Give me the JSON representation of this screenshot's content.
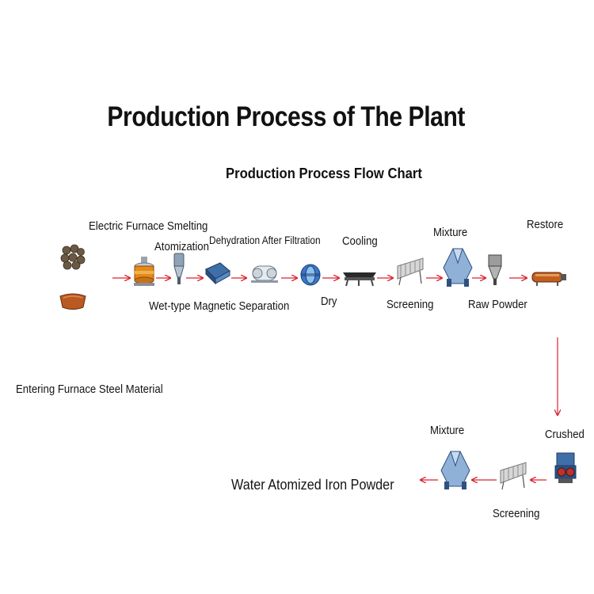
{
  "title": "Production Process of The Plant",
  "subtitle": "Production Process Flow Chart",
  "labels": {
    "electric_furnace": "Electric Furnace Smelting",
    "atomization": "Atomization",
    "dehydration": "Dehydration After Filtration",
    "cooling": "Cooling",
    "mixture_top": "Mixture",
    "restore": "Restore",
    "wet_magnetic": "Wet-type Magnetic Separation",
    "dry": "Dry",
    "screening_top": "Screening",
    "raw_powder": "Raw Powder",
    "entering_furnace": "Entering Furnace Steel Material",
    "mixture_bottom": "Mixture",
    "crushed": "Crushed",
    "water_atomized": "Water Atomized Iron Powder",
    "screening_bottom": "Screening"
  },
  "colors": {
    "arrow": "#d9232e",
    "rust": "#b85a22",
    "steel": "#3b6fb6"
  },
  "icons": [
    "scrap-pile-icon",
    "steel-ingot-icon",
    "furnace-icon",
    "atomizer-icon",
    "magnetic-separator-icon",
    "filter-icon",
    "dryer-icon",
    "cooling-conveyor-icon",
    "screen-icon",
    "mixer-icon",
    "hopper-icon",
    "reduction-furnace-icon",
    "crusher-icon",
    "screen-icon-2",
    "mixer-icon-2"
  ]
}
